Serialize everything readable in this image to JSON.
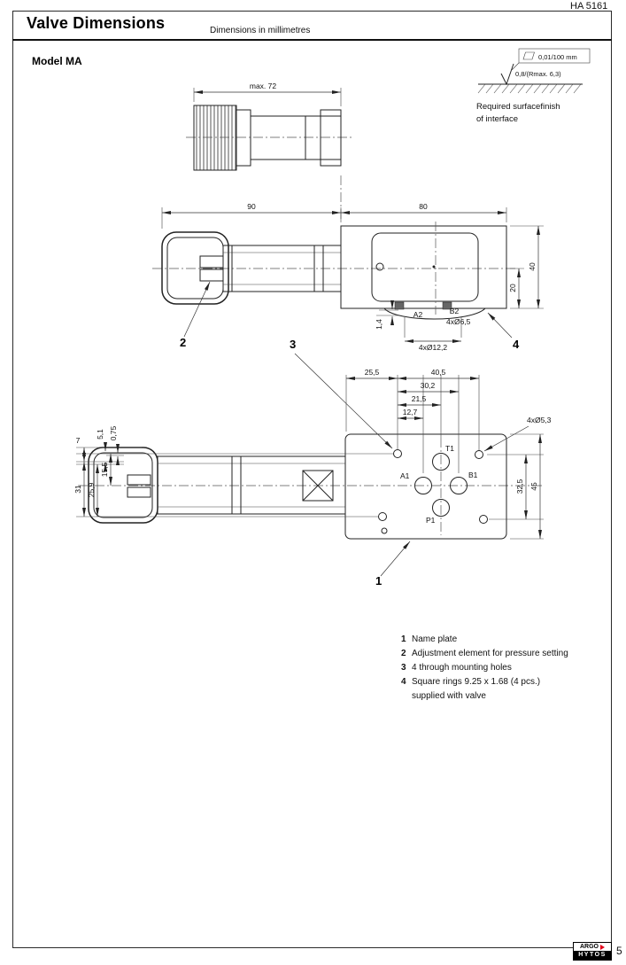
{
  "page": {
    "doc_ref": "HA 5161",
    "title": "Valve Dimensions",
    "subtitle": "Dimensions in millimetres",
    "model": "Model MA"
  },
  "surface_finish": {
    "flatness": "0,01/100  mm",
    "roughness": "0,8/(Rmax.  6,3)",
    "caption1": "Required surfacefinish",
    "caption2": "of interface"
  },
  "top_view": {
    "dim_max72": "max. 72"
  },
  "side_view": {
    "dim_90": "90",
    "dim_80": "80",
    "dim_40": "40",
    "dim_20": "20",
    "dim_1_4": "1,4",
    "port_a2": "A2",
    "port_b2": "B2",
    "dim_holes_6_5": "4xØ6,5",
    "dim_holes_12_2": "4xØ12,2"
  },
  "plan_view": {
    "dim_25_5": "25,5",
    "dim_40_5": "40,5",
    "dim_30_2": "30,2",
    "dim_21_5": "21,5",
    "dim_12_7": "12,7",
    "dim_holes_5_3": "4xØ5,3",
    "dim_7": "7",
    "dim_5_1": "5,1",
    "dim_0_75": "0,75",
    "dim_31": "31",
    "dim_25_9": "25,9",
    "dim_15_5": "15,5",
    "dim_32_5": "32,5",
    "dim_45": "45",
    "port_t1": "T1",
    "port_a1": "A1",
    "port_b1": "B1",
    "port_p1": "P1"
  },
  "callouts": {
    "c1": "1",
    "c2": "2",
    "c3": "3",
    "c4": "4"
  },
  "legend": {
    "items": [
      {
        "num": "1",
        "text": "Name plate"
      },
      {
        "num": "2",
        "text": "Adjustment element for pressure setting"
      },
      {
        "num": "3",
        "text": "4 through mounting holes"
      },
      {
        "num": "4",
        "text": "Square rings 9.25 x 1.68 (4 pcs.)"
      },
      {
        "num": "",
        "text": "supplied with valve"
      }
    ]
  },
  "footer": {
    "brand_top": "ARGO",
    "brand_bottom": "HYTOS",
    "page_number": "5"
  }
}
